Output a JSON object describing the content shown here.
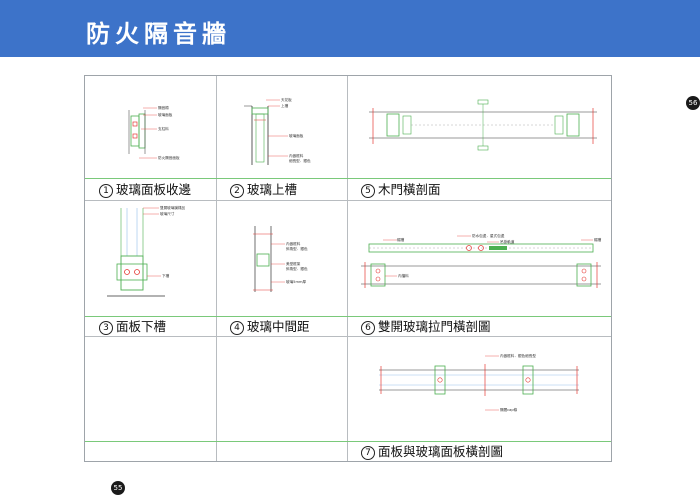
{
  "header": {
    "title": "防火隔音牆",
    "color": "#3d73c9"
  },
  "page_numbers": {
    "right": "56",
    "left": "55"
  },
  "panels": [
    {
      "num": "1",
      "label": "玻璃面板收邊",
      "notes": [
        "隔音棉",
        "玻璃面板",
        "支柱料",
        "防火隔音面板"
      ]
    },
    {
      "num": "2",
      "label": "玻璃上槽",
      "notes": [
        "天花板",
        "上槽",
        "玻璃面板",
        "內嵌框料",
        "細長型．銀色"
      ]
    },
    {
      "num": "5",
      "label": "木門橫剖面"
    },
    {
      "num": "3",
      "label": "面板下槽",
      "notes": [
        "雙層玻璃膜樣品",
        "玻璃尺寸",
        "下槽"
      ]
    },
    {
      "num": "4",
      "label": "玻璃中間距",
      "notes": [
        "內嵌框料",
        "斜角型．銀色",
        "美型框架",
        "斜角型．銀色",
        "玻璃5mm厚"
      ]
    },
    {
      "num": "6",
      "label": "雙開玻璃拉門橫剖圖",
      "notes": [
        "帽槽",
        "防水包邊．星式包邊",
        "吊掛軌道",
        "帽槽",
        "內擋料"
      ]
    },
    {
      "num": "7",
      "label": "面板與玻璃面板橫剖圖",
      "notes": [
        "內嵌框料．銀色細長型",
        "隔間cap條"
      ]
    }
  ]
}
